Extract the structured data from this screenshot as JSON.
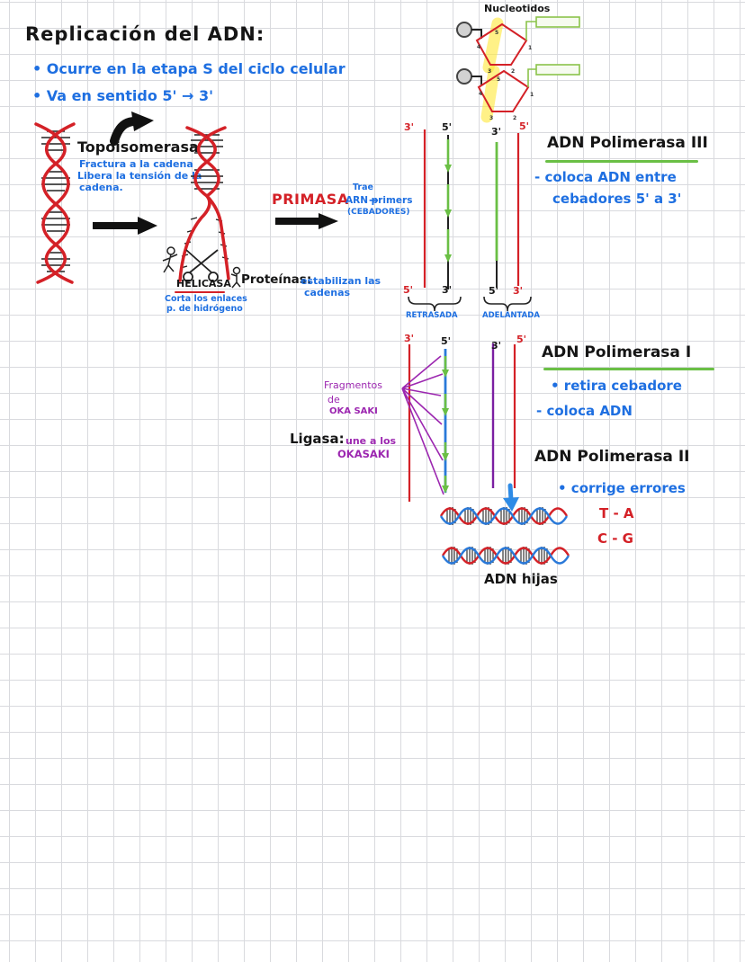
{
  "palette": {
    "ink_black": "#151515",
    "ink_blue": "#1e6fe1",
    "ink_red": "#d42127",
    "ink_purple": "#9c27b0",
    "line_violet": "#7b1fa2",
    "line_blue": "#2979d9",
    "accent_green": "#6abf45",
    "highlight_yellow": "#ffe838",
    "grid_gray": "#d9dade"
  },
  "header": {
    "title": "Replicación del ADN:",
    "bullets": [
      "• Ocurre en la etapa  S  del ciclo celular",
      "• Va en sentido 5' → 3'"
    ]
  },
  "nucleotides": {
    "label": "Nucleotidos",
    "carbons": [
      "1",
      "2",
      "3",
      "4",
      "5"
    ]
  },
  "topoisomerase": {
    "title": "Topoisomerasa",
    "lines": [
      "Fractura a la cadena",
      "Libera la tensión de la",
      "cadena."
    ]
  },
  "helicase": {
    "title": "HELICASA",
    "lines": [
      "Corta los enlaces",
      "p. de hidrógeno"
    ]
  },
  "proteins": {
    "label": "Proteínas:",
    "lines": [
      "estabilizan las",
      "cadenas"
    ]
  },
  "primase": {
    "title": "PRIMASA",
    "arrow": "→",
    "lines": [
      "Trae",
      "ARN primers",
      "(CEBADORES)"
    ]
  },
  "fork1": {
    "top": [
      "3'",
      "5'",
      "3'",
      "5'"
    ],
    "bottom": [
      "5'",
      "3'",
      "5'",
      "3'"
    ],
    "lagging": "RETRASADA",
    "leading": "ADELANTADA"
  },
  "pol3": {
    "title": "ADN Polimerasa III",
    "lines": [
      "- coloca ADN entre",
      "cebadores  5' a 3'"
    ]
  },
  "fork2": {
    "top": [
      "3'",
      "5'",
      "3'",
      "5'"
    ]
  },
  "okazaki": {
    "lines": [
      "Fragmentos",
      "de",
      "OKA SAKI"
    ]
  },
  "ligase": {
    "label": "Ligasa:",
    "lines": [
      "une a los",
      "OKASAKI"
    ]
  },
  "pol1": {
    "title": "ADN Polimerasa I",
    "lines": [
      "• retira cebadore",
      "- coloca ADN"
    ]
  },
  "pol2": {
    "title": "ADN Polimerasa II",
    "line": "• corrige errores",
    "pairs": [
      "T - A",
      "C - G"
    ]
  },
  "daughters": {
    "label": "ADN hijas"
  }
}
